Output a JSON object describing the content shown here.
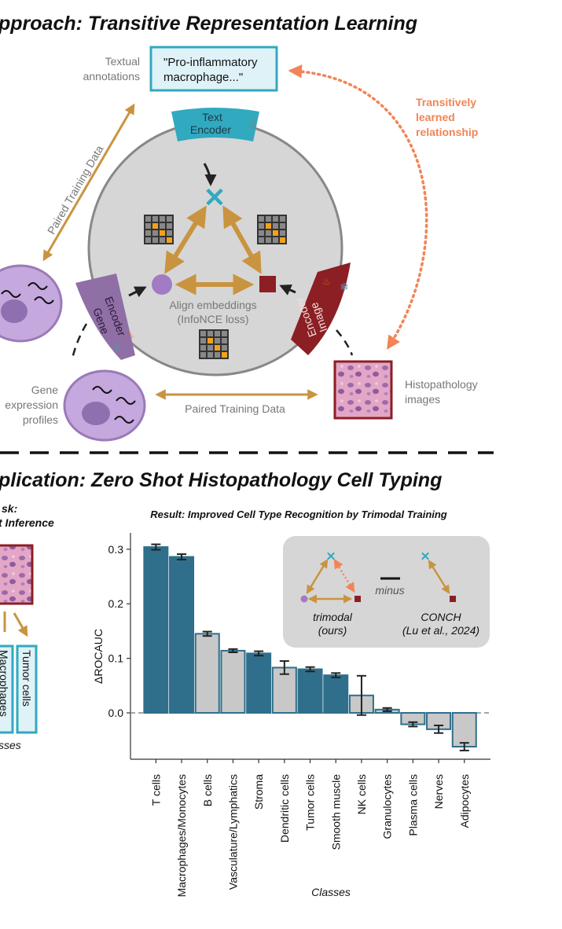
{
  "top": {
    "heading": "pproach: Transitive Representation Learning",
    "textual_label": [
      "Textual",
      "annotations"
    ],
    "quote": [
      "\"Pro-inflammatory",
      "macrophage...\""
    ],
    "text_encoder": [
      "Text",
      "Encoder"
    ],
    "gene_encoder": [
      "Gene",
      "Encoder"
    ],
    "image_encoder": [
      "Image",
      "Encoder"
    ],
    "paired_diag": "Paired Training Data",
    "paired_bottom": "Paired Training Data",
    "align": [
      "Align embeddings",
      "(InfoNCE loss)"
    ],
    "transitive": [
      "Transitively",
      "learned",
      "relationship"
    ],
    "gene_profiles": [
      "Gene",
      "expression",
      "profiles"
    ],
    "histo": [
      "Histopathology",
      "images"
    ]
  },
  "bottom": {
    "heading": "plication: Zero Shot Histopathology Cell Typing",
    "task": [
      "sk:",
      "t Inference"
    ],
    "macrophages": "Macrophages",
    "tumor": "Tumor cells",
    "classes_left": "sses"
  },
  "legend": {
    "trimodal": [
      "trimodal",
      "(ours)"
    ],
    "minus": "minus",
    "conch": [
      "CONCH",
      "(Lu et al., 2024)"
    ]
  },
  "colors": {
    "teal": "#2f6f8b",
    "grey_bar": "#c8c8c8",
    "encoder_text": "#31a9bf",
    "gene": "#8f6fa6",
    "image": "#8b1f24",
    "gold": "#c9943f",
    "orange": "#f28456"
  },
  "chart_data": {
    "type": "bar",
    "title": "Result: Improved Cell Type Recognition by Trimodal Training",
    "xlabel": "Classes",
    "ylabel": "ΔROCAUC",
    "ylim": [
      -0.085,
      0.33
    ],
    "yticks": [
      "0.0",
      "0.1",
      "0.2",
      "0.3"
    ],
    "categories": [
      "T cells",
      "Macrophages/Monocytes",
      "B cells",
      "Vasculature/Lymphatics",
      "Stroma",
      "Dendritic cells",
      "Tumor cells",
      "Smooth muscle",
      "NK cells",
      "Granulocytes",
      "Plasma cells",
      "Nerves",
      "Adipocytes"
    ],
    "values": [
      0.304,
      0.286,
      0.145,
      0.114,
      0.109,
      0.083,
      0.08,
      0.069,
      0.032,
      0.006,
      -0.021,
      -0.03,
      -0.062
    ],
    "errors": [
      0.005,
      0.005,
      0.004,
      0.003,
      0.004,
      0.012,
      0.004,
      0.004,
      0.036,
      0.003,
      0.004,
      0.007,
      0.007
    ],
    "highlighted": [
      true,
      true,
      false,
      false,
      true,
      false,
      true,
      true,
      false,
      false,
      false,
      false,
      false
    ]
  }
}
